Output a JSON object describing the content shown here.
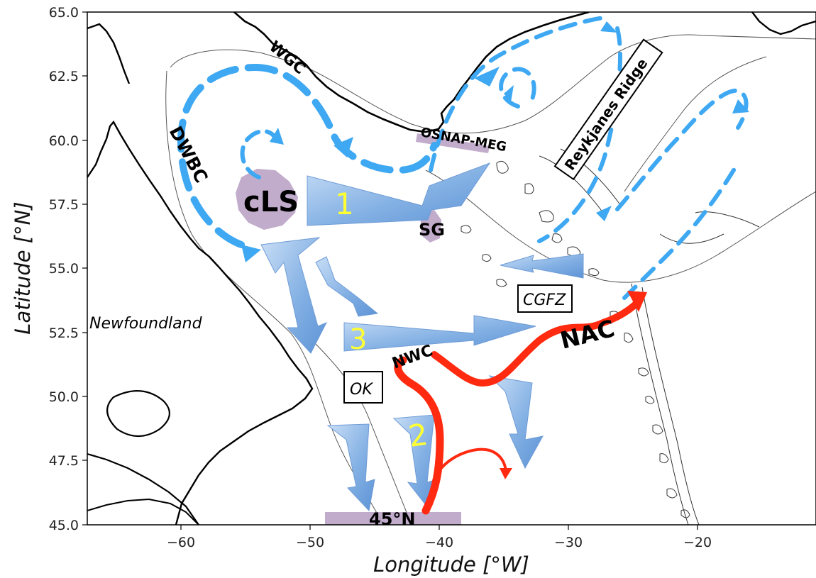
{
  "x_axis": {
    "label": "Longitude [°W]",
    "ticks": [
      "−60",
      "−50",
      "−40",
      "−30",
      "−20"
    ]
  },
  "y_axis": {
    "label": "Latitude [°N]",
    "ticks": [
      "65.0",
      "62.5",
      "60.0",
      "57.5",
      "55.0",
      "52.5",
      "50.0",
      "47.5",
      "45.0"
    ]
  },
  "labels": {
    "wgc": "WGC",
    "dwbc": "DWBC",
    "cls": "cLS",
    "sg": "SG",
    "osnap": "OSNAP-MEG",
    "reykjanes": "Reykjanes Ridge",
    "cgfz": "CGFZ",
    "newfoundland": "Newfoundland",
    "nac": "NAC",
    "nwc": "NWC",
    "ok": "OK",
    "lat45": "45°N",
    "route1": "1",
    "route2": "2",
    "route3": "3"
  },
  "colors": {
    "circulation_dashed": "#3ea8f2",
    "export_arrow": "#80aee0",
    "nac_current": "#ff2a10",
    "sample_region": "#b79ec2"
  }
}
